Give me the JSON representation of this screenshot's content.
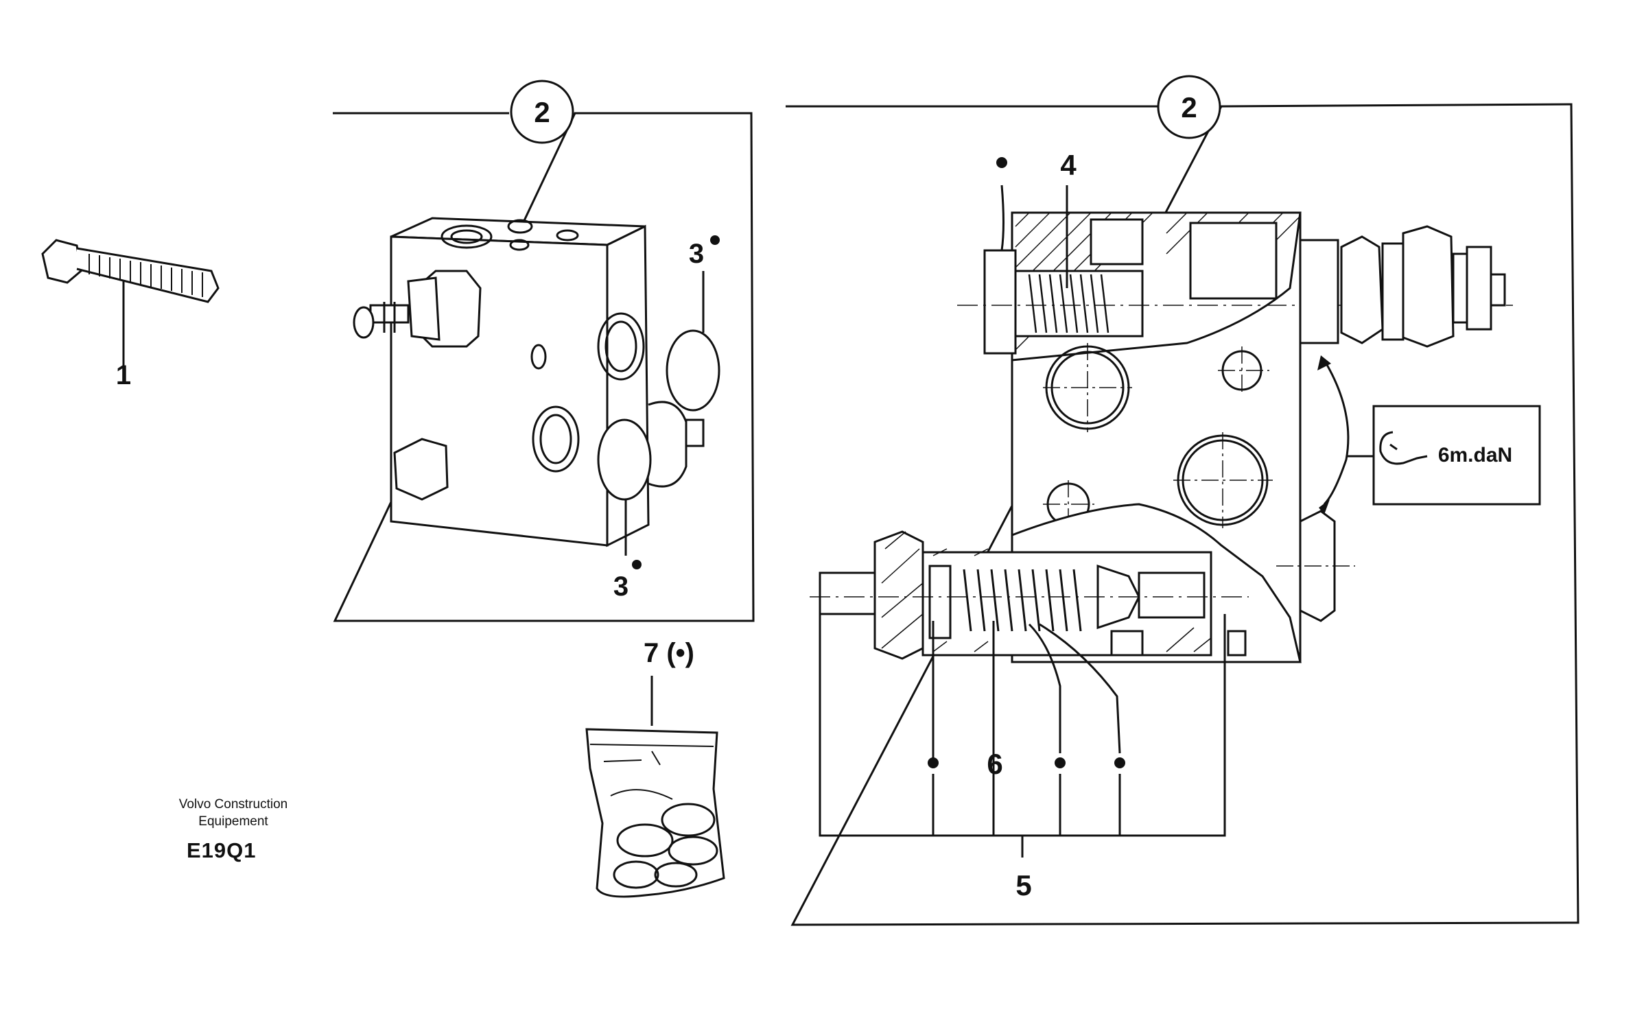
{
  "callouts": {
    "bolt": "1",
    "valve_block_left": "2",
    "valve_block_right": "2",
    "oring_top": "3",
    "oring_bottom": "3",
    "cartridge_top": "4",
    "kit_label": "5",
    "spring": "6",
    "seal_bag": "7 (•)"
  },
  "torque": {
    "value": "6m.daN",
    "icon": "wrench-icon"
  },
  "marker_symbol": "•",
  "brand": {
    "line1": "Volvo Construction",
    "line2": "Equipement"
  },
  "drawing_code": "E19Q1"
}
